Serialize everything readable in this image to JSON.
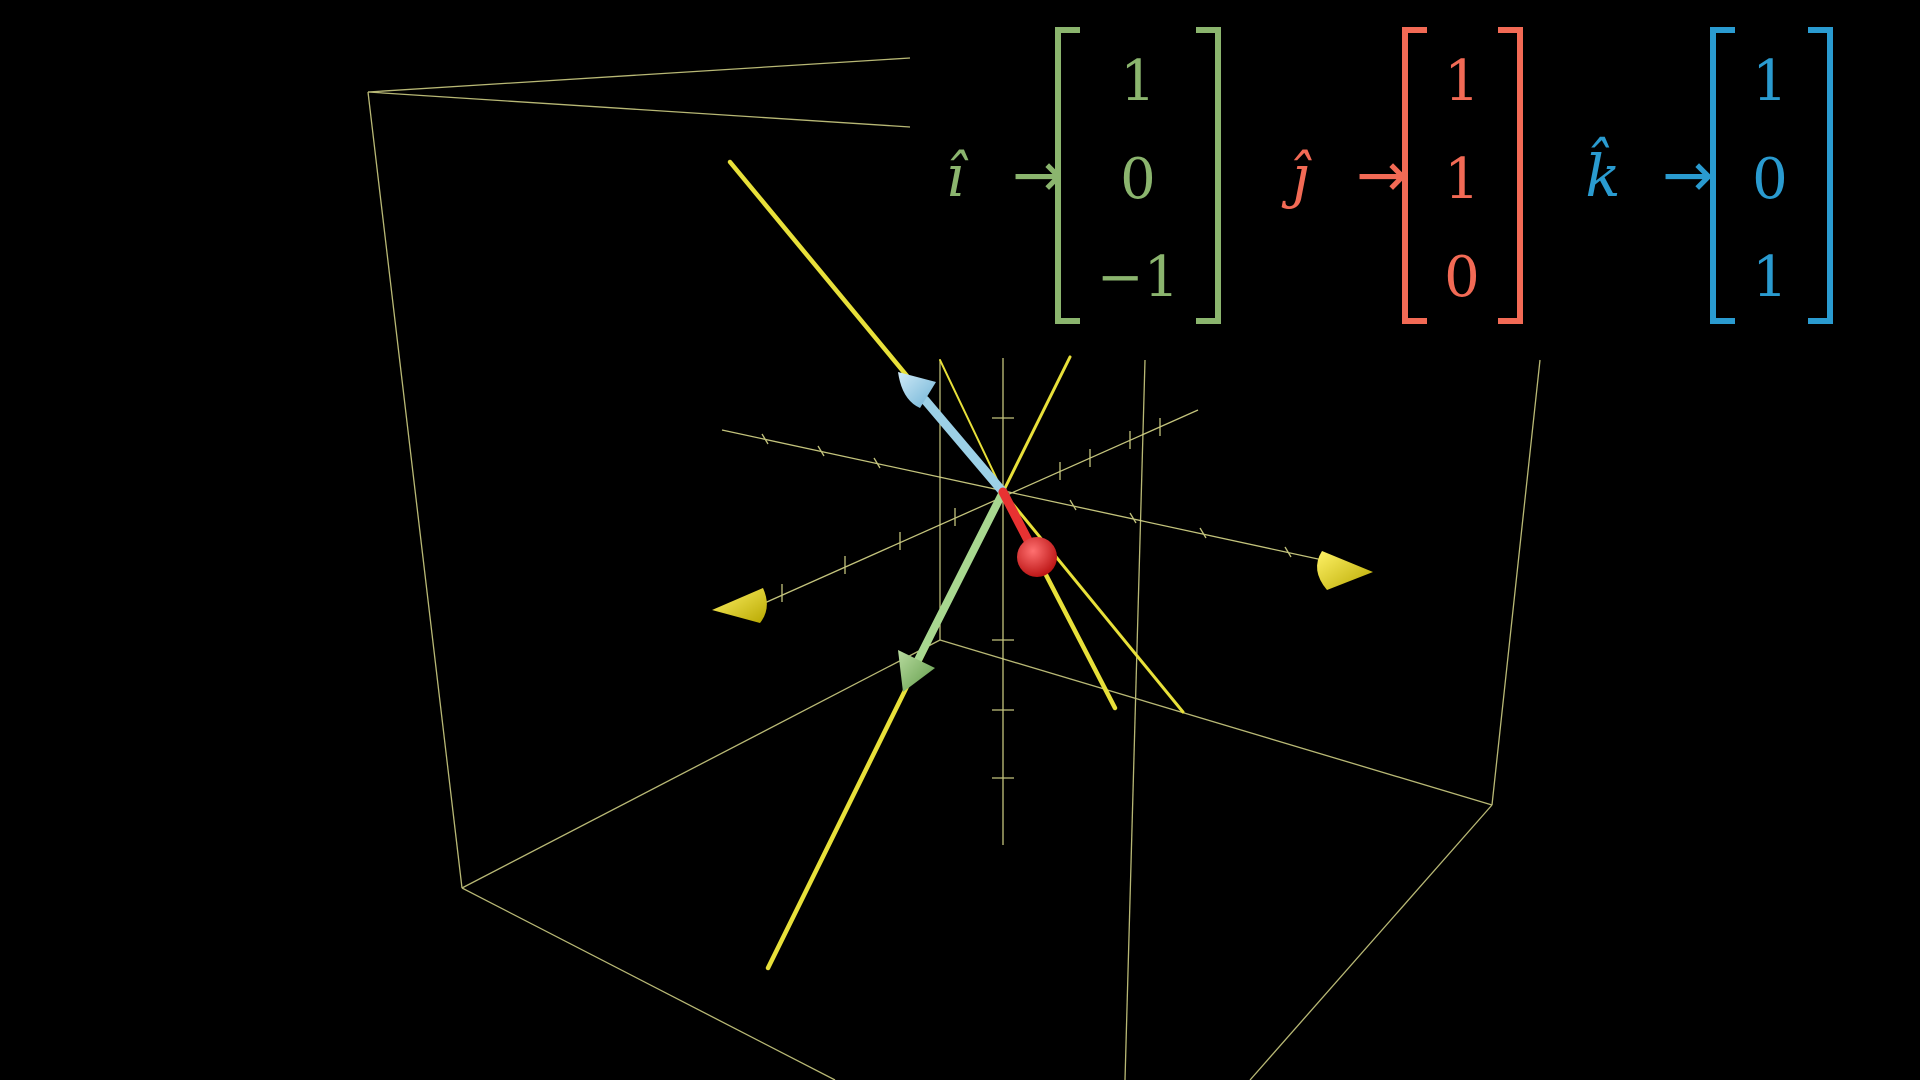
{
  "scene": {
    "background_color": "#000000",
    "grid_color": "#d9d98a",
    "axis_color": "#e8e03a"
  },
  "formulas": [
    {
      "id": "i-hat",
      "symbol": "î",
      "arrow": "→",
      "color": "#8bb56e",
      "vector": [
        "1",
        "0",
        "−1"
      ]
    },
    {
      "id": "j-hat",
      "symbol": "ĵ",
      "arrow": "→",
      "color": "#f26a55",
      "vector": [
        "1",
        "1",
        "0"
      ]
    },
    {
      "id": "k-hat",
      "symbol": "k̂",
      "arrow": "→",
      "color": "#2a9bd0",
      "vector": [
        "1",
        "0",
        "1"
      ]
    }
  ],
  "basis_vectors": [
    {
      "name": "i-hat",
      "color": "#a8d890"
    },
    {
      "name": "j-hat",
      "color": "#e83232"
    },
    {
      "name": "k-hat",
      "color": "#9cd0e6"
    }
  ]
}
